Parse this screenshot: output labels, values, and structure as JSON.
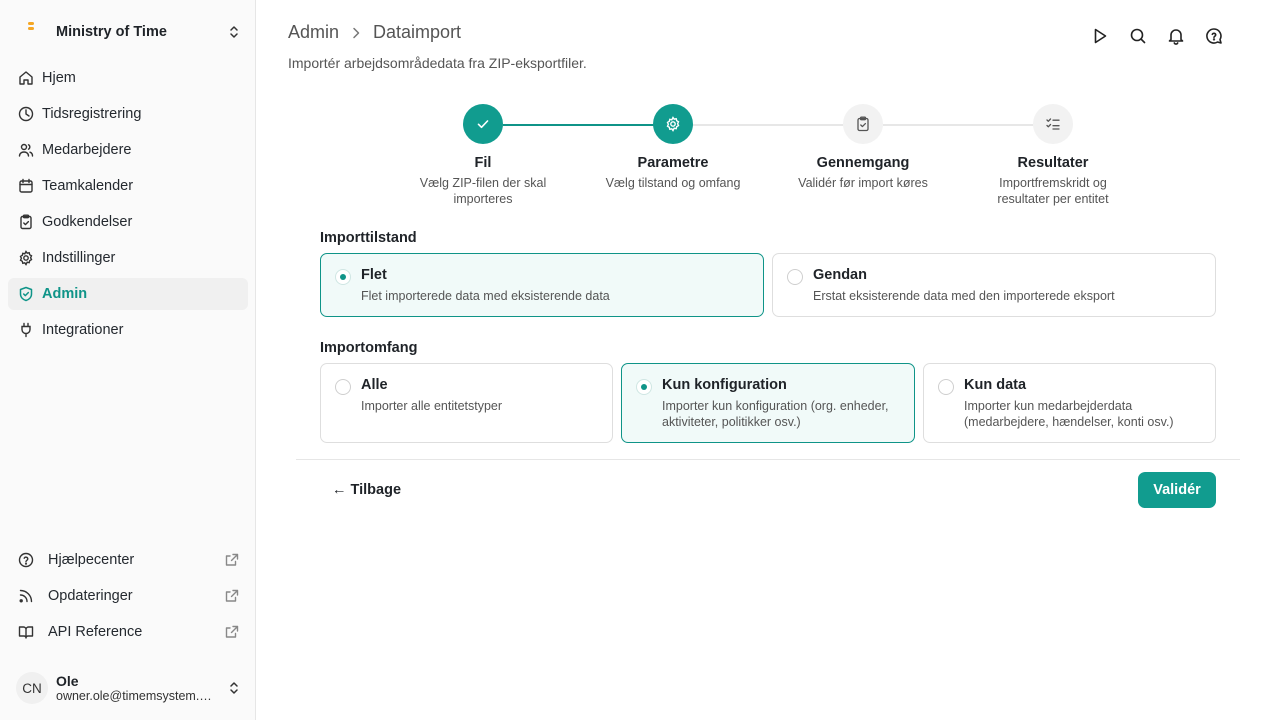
{
  "sidebar": {
    "org_name": "Ministry of Time",
    "nav": [
      {
        "label": "Hjem"
      },
      {
        "label": "Tidsregistrering"
      },
      {
        "label": "Medarbejdere"
      },
      {
        "label": "Teamkalender"
      },
      {
        "label": "Godkendelser"
      },
      {
        "label": "Indstillinger"
      },
      {
        "label": "Admin"
      },
      {
        "label": "Integrationer"
      }
    ],
    "bottom": [
      {
        "label": "Hjælpecenter"
      },
      {
        "label": "Opdateringer"
      },
      {
        "label": "API Reference"
      }
    ],
    "user": {
      "initials": "CN",
      "name": "Ole",
      "email": "owner.ole@timemsystem.com"
    }
  },
  "header": {
    "breadcrumb": [
      "Admin",
      "Dataimport"
    ],
    "subtitle": "Importér arbejdsområdedata fra ZIP-eksportfiler."
  },
  "stepper": [
    {
      "title": "Fil",
      "desc": "Vælg ZIP-filen der skal importeres",
      "state": "done"
    },
    {
      "title": "Parametre",
      "desc": "Vælg tilstand og omfang",
      "state": "current"
    },
    {
      "title": "Gennemgang",
      "desc": "Validér før import køres",
      "state": "todo"
    },
    {
      "title": "Resultater",
      "desc": "Importfremskridt og resultater per entitet",
      "state": "todo"
    }
  ],
  "mode": {
    "label": "Importtilstand",
    "options": [
      {
        "title": "Flet",
        "desc": "Flet importerede data med eksisterende data",
        "selected": true
      },
      {
        "title": "Gendan",
        "desc": "Erstat eksisterende data med den importerede eksport",
        "selected": false
      }
    ]
  },
  "scope": {
    "label": "Importomfang",
    "options": [
      {
        "title": "Alle",
        "desc": "Importer alle entitetstyper",
        "selected": false
      },
      {
        "title": "Kun konfiguration",
        "desc": "Importer kun konfiguration (org. enheder, aktiviteter, politikker osv.)",
        "selected": true
      },
      {
        "title": "Kun data",
        "desc": "Importer kun medarbejderdata (medarbejdere, hændelser, konti osv.)",
        "selected": false
      }
    ]
  },
  "footer": {
    "back_label": "← Tilbage",
    "primary_label": "Validér"
  },
  "colors": {
    "accent": "#119c8f",
    "accent_light": "#f1faf9"
  }
}
